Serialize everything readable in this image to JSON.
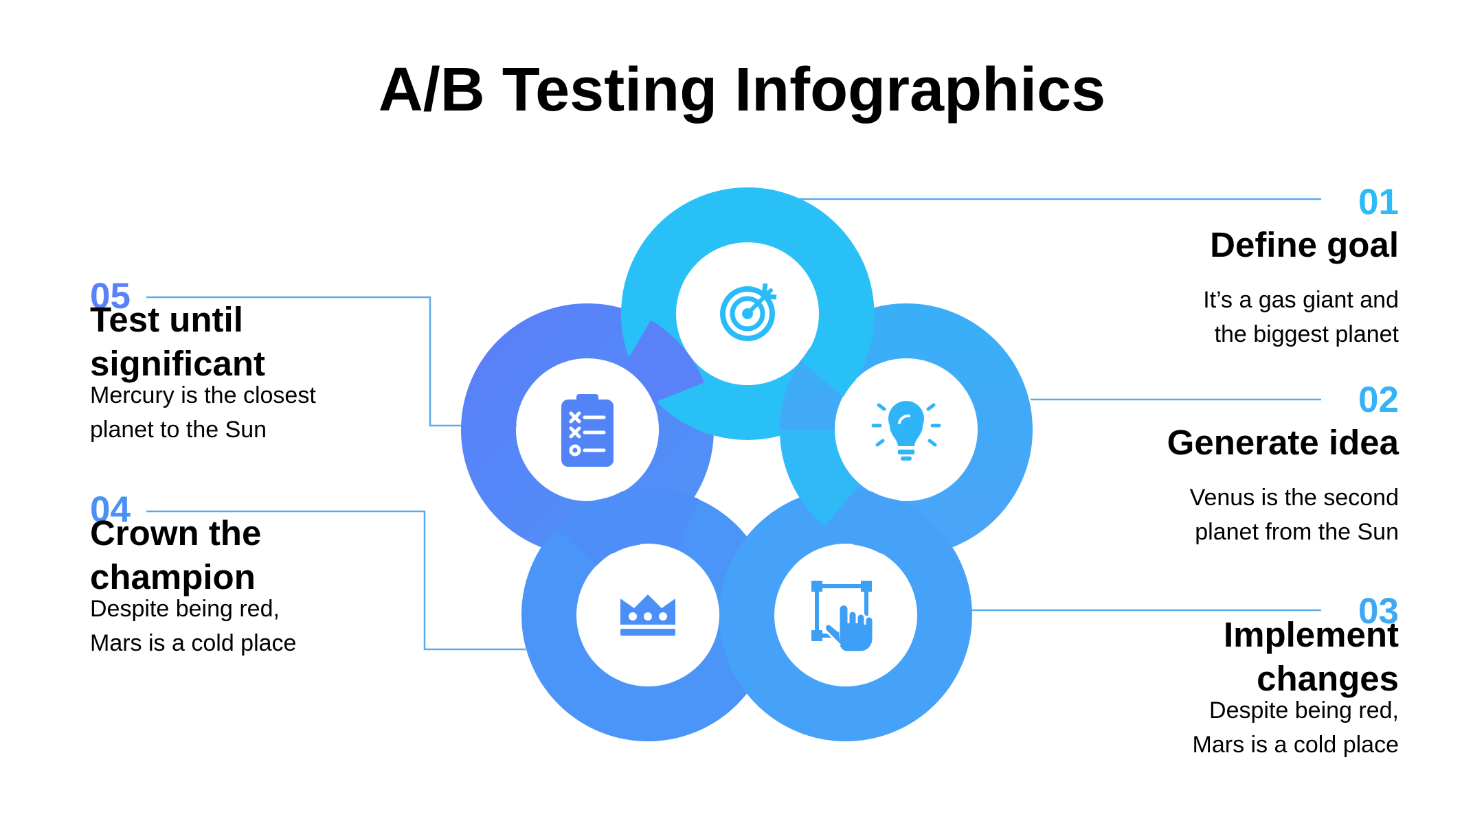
{
  "title": "A/B Testing Infographics",
  "colors": {
    "accent_cyan": "#29c0f7",
    "accent_blue": "#4ea2f8",
    "accent_indigo": "#5686f8",
    "connector": "#5aa8ee",
    "text": "#000000",
    "background": "#ffffff"
  },
  "steps": [
    {
      "number": "01",
      "heading": "Define goal",
      "lines": [
        "It’s a gas giant and",
        "the biggest planet"
      ],
      "icon": "target-icon"
    },
    {
      "number": "02",
      "heading": "Generate idea",
      "lines": [
        "Venus is the second",
        "planet from the Sun"
      ],
      "icon": "lightbulb-icon"
    },
    {
      "number": "03",
      "heading": "Implement changes",
      "heading_lines": [
        "Implement",
        "changes"
      ],
      "lines": [
        "Despite being red,",
        "Mars is a cold place"
      ],
      "icon": "pointer-select-icon"
    },
    {
      "number": "04",
      "heading": "Crown the champion",
      "heading_lines": [
        "Crown the",
        "champion"
      ],
      "lines": [
        "Despite being red,",
        "Mars is a cold place"
      ],
      "icon": "crown-icon"
    },
    {
      "number": "05",
      "heading": "Test until significant",
      "heading_lines": [
        "Test until",
        "significant"
      ],
      "lines": [
        "Mercury is the closest",
        "planet to the Sun"
      ],
      "icon": "clipboard-checklist-icon"
    }
  ]
}
